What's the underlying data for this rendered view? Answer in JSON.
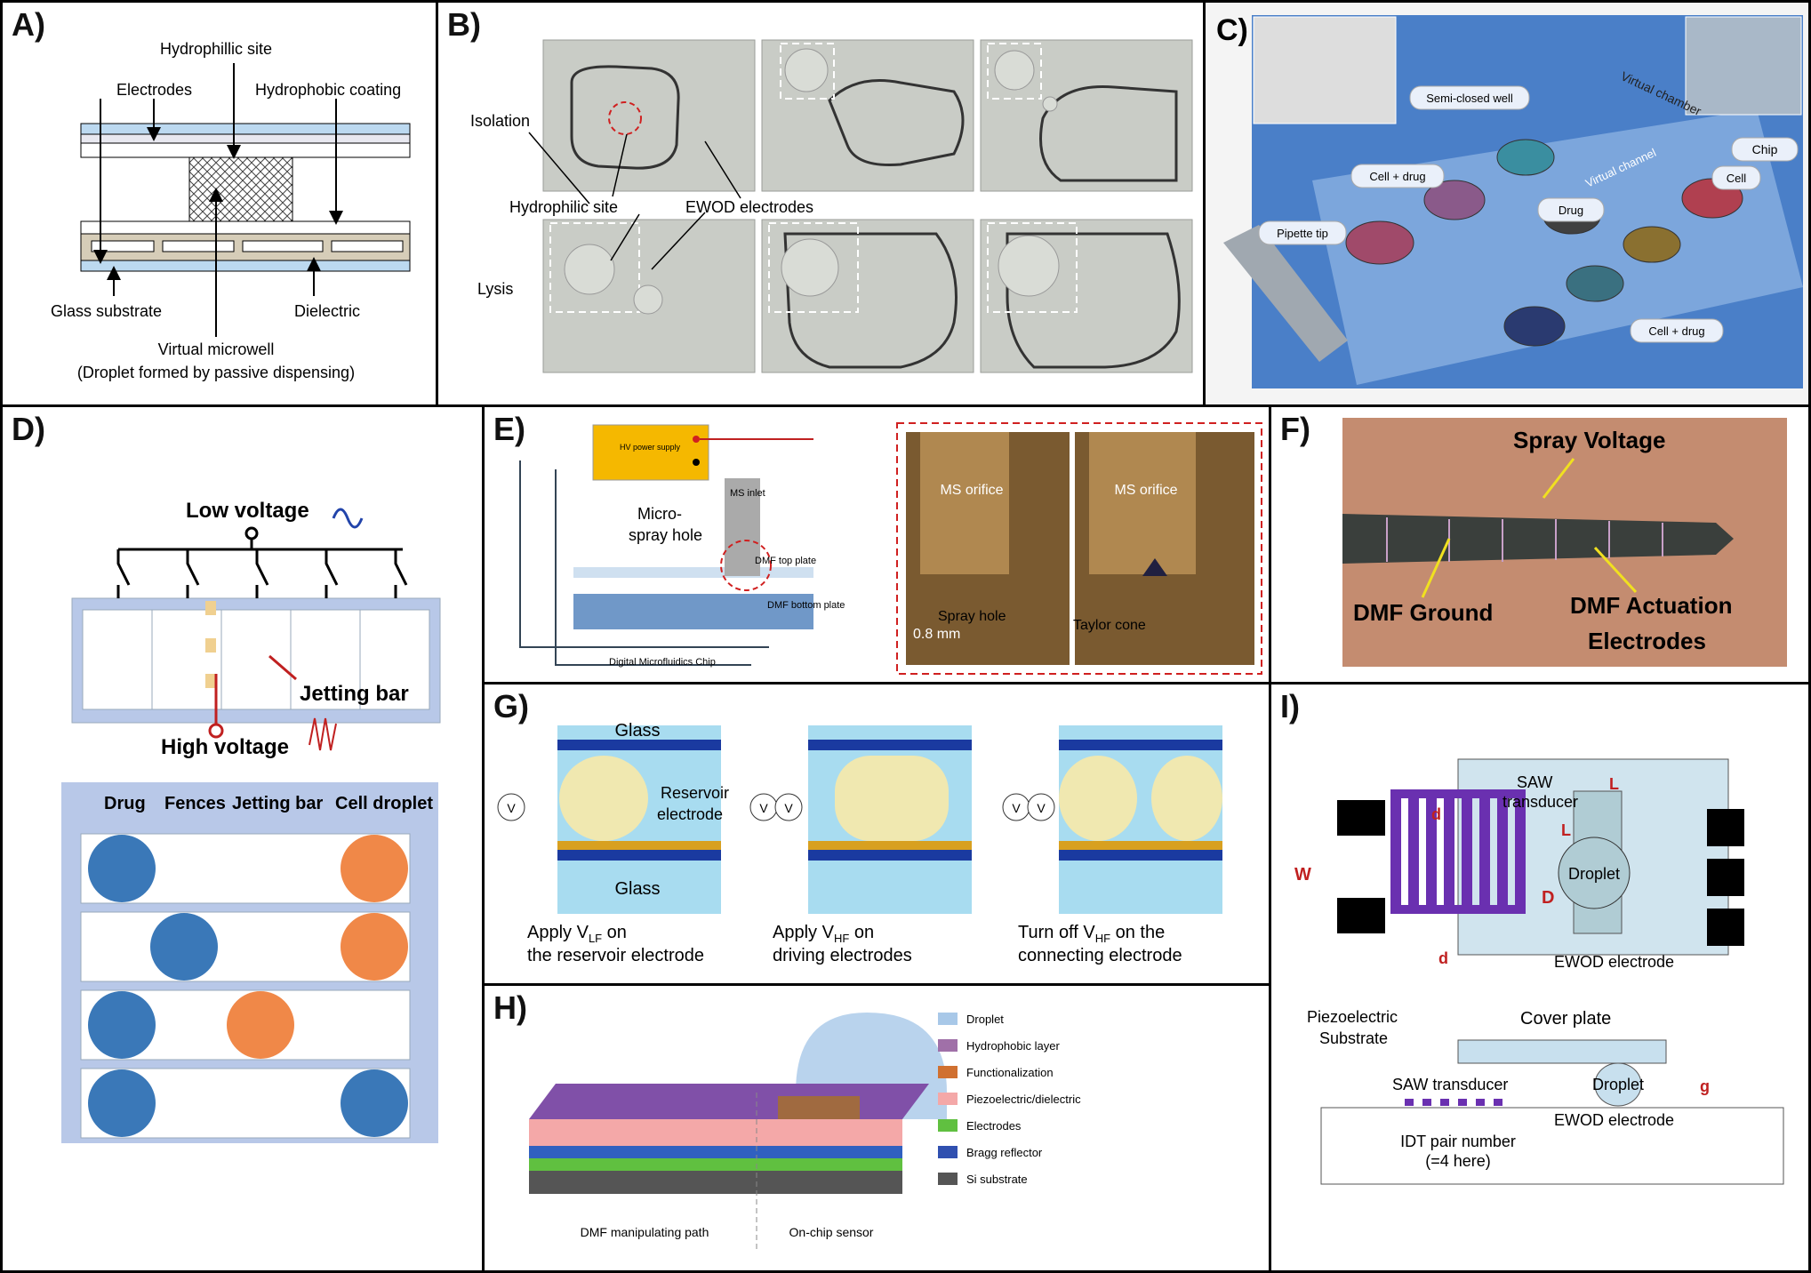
{
  "panels": {
    "a": {
      "label": "A)",
      "hydrophilic_site": "Hydrophillic site",
      "electrodes": "Electrodes",
      "hydrophobic_coating": "Hydrophobic coating",
      "glass_substrate": "Glass substrate",
      "dielectric": "Dielectric",
      "virtual_microwell": "Virtual microwell",
      "droplet_note": "(Droplet formed by passive dispensing)"
    },
    "b": {
      "label": "B)",
      "isolation": "Isolation",
      "lysis": "Lysis",
      "hydrophilic_site": "Hydrophilic site",
      "ewod_electrodes": "EWOD electrodes"
    },
    "c": {
      "label": "C)",
      "semi_closed_well": "Semi-closed well",
      "virtual_chamber": "Virtual chamber",
      "chip": "Chip",
      "cell_drug_1": "Cell + drug",
      "virtual_channel": "Virtual channel",
      "drug": "Drug",
      "cell": "Cell",
      "pipette_tip": "Pipette tip",
      "cell_drug_2": "Cell + drug"
    },
    "d": {
      "label": "D)",
      "low_voltage": "Low voltage",
      "jetting_bar": "Jetting  bar",
      "high_voltage": "High voltage",
      "drug": "Drug",
      "fences": "Fences",
      "jetting_bar_2": "Jetting bar",
      "cell_droplet": "Cell droplet"
    },
    "e": {
      "label": "E)",
      "hv_power_supply": "HV power supply",
      "ms_inlet": "MS inlet",
      "micro_spray_hole_1": "Micro-",
      "micro_spray_hole_2": "spray hole",
      "dmf_top_plate": "DMF top plate",
      "dmf_bottom_plate": "DMF bottom plate",
      "chip": "Digital Microfluidics Chip",
      "ms_orifice": "MS orifice",
      "scale": "0.8 mm",
      "spray_hole": "Spray hole",
      "taylor_cone": "Taylor cone"
    },
    "f": {
      "label": "F)",
      "spray_voltage": "Spray Voltage",
      "dmf_ground": "DMF Ground",
      "dmf_actuation_1": "DMF Actuation",
      "dmf_actuation_2": "Electrodes"
    },
    "g": {
      "label": "G)",
      "glass_top": "Glass",
      "glass_bottom": "Glass",
      "reservoir_1": "Reservoir",
      "reservoir_2": "electrode",
      "v_lf": "V",
      "v_hf": "V",
      "sub_lf": "LF",
      "sub_hf": "HF",
      "caption1_line1": "Apply  V",
      "caption1_sub": "LF",
      "caption1_tail": " on",
      "caption1_line2": "the reservoir electrode",
      "caption2_line1": "Apply V",
      "caption2_sub": "HF",
      "caption2_tail": " on",
      "caption2_line2": "driving electrodes",
      "caption3_line1": "Turn off V",
      "caption3_sub": "HF",
      "caption3_tail": " on the",
      "caption3_line2": "connecting electrode"
    },
    "h": {
      "label": "H)",
      "dmf_path": "DMF manipulating path",
      "on_chip": "On-chip sensor",
      "legend": [
        {
          "name": "Droplet",
          "color": "#a8c8e8"
        },
        {
          "name": "Hydrophobic layer",
          "color": "#a070a8"
        },
        {
          "name": "Functionalization",
          "color": "#d07030"
        },
        {
          "name": "Piezoelectric/dielectric",
          "color": "#f4a8a8"
        },
        {
          "name": "Electrodes",
          "color": "#60c040"
        },
        {
          "name": "Bragg reflector",
          "color": "#3050b0"
        },
        {
          "name": "Si substrate",
          "color": "#555555"
        }
      ]
    },
    "i": {
      "label": "I)",
      "d_top": "d",
      "saw_transducer_1": "SAW",
      "saw_transducer_2": "transducer",
      "L_top": "L",
      "L_side": "L",
      "W": "W",
      "droplet": "Droplet",
      "D": "D",
      "d_bottom": "d",
      "ewod_electrode": "EWOD electrode",
      "piezo_1": "Piezoelectric",
      "piezo_2": "Substrate",
      "cover_plate": "Cover plate",
      "saw_transducer_b": "SAW transducer",
      "droplet_b": "Droplet",
      "g": "g",
      "ewod_electrode_b": "EWOD electrode",
      "idt_1": "IDT pair number",
      "idt_2": "(=4 here)"
    }
  }
}
